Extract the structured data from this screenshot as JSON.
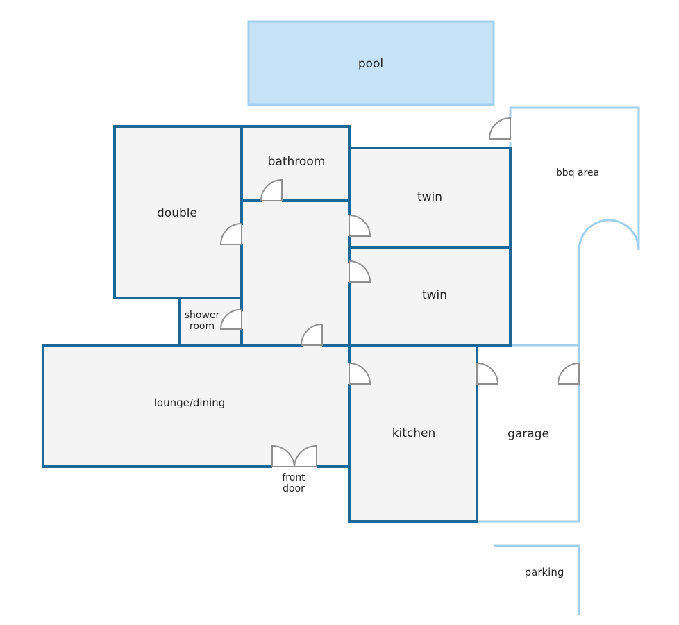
{
  "rooms": {
    "pool": "pool",
    "bbq_area": "bbq area",
    "bathroom": "bathroom",
    "double": "double",
    "twin_upper": "twin",
    "twin_lower": "twin",
    "shower_room_line1": "shower",
    "shower_room_line2": "room",
    "lounge_dining": "lounge/dining",
    "kitchen": "kitchen",
    "garage": "garage",
    "front_door_line1": "front",
    "front_door_line2": "door",
    "parking": "parking"
  },
  "colors": {
    "wall": "#1a6898",
    "outline": "#9fcfec",
    "pool_fill": "#c5e2f6",
    "room_fill": "#f4f4f4",
    "door": "#8f8f8f"
  }
}
